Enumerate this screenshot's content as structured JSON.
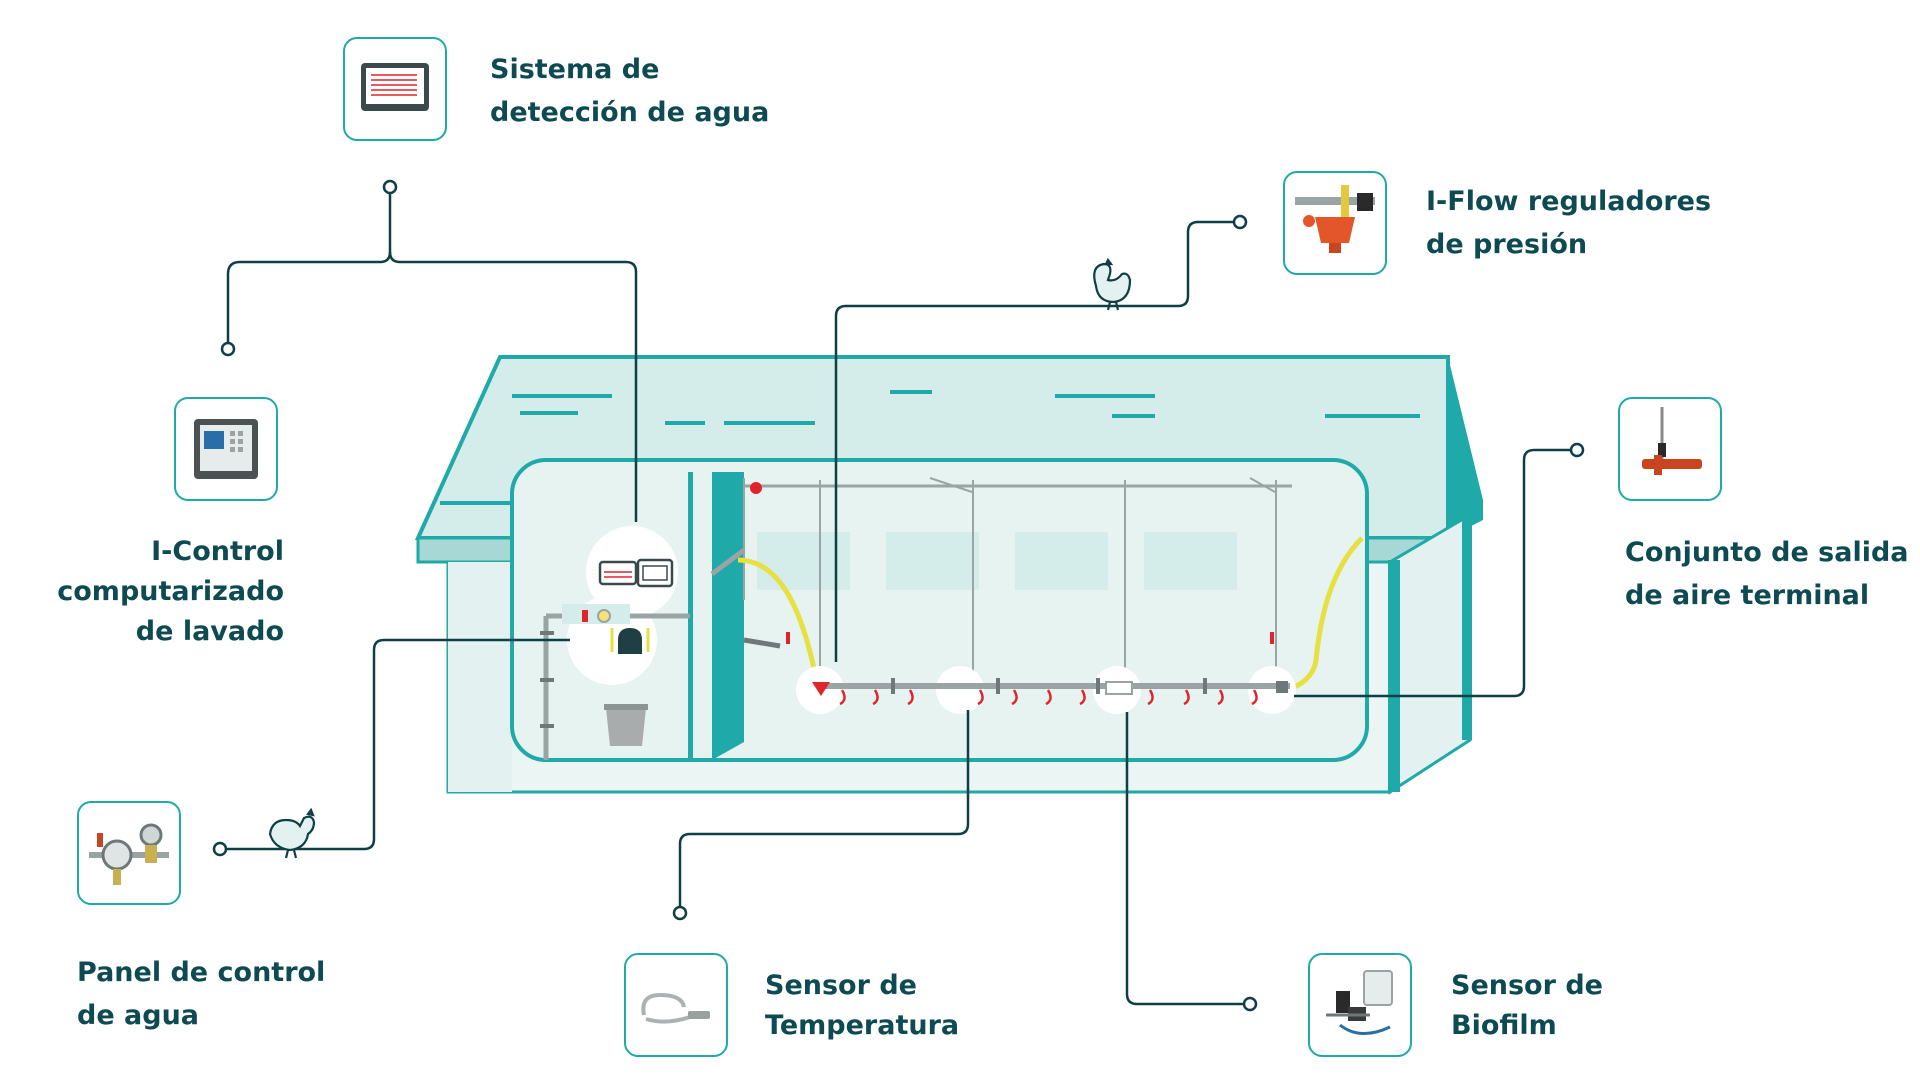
{
  "labels": {
    "water_detection": [
      "Sistema de",
      "detección de agua"
    ],
    "iflow": [
      "I-Flow reguladores",
      "de presión"
    ],
    "icontrol": [
      "I-Control",
      "computarizado",
      "de lavado"
    ],
    "terminal": [
      "Conjunto de salida",
      "de aire terminal"
    ],
    "water_panel": [
      "Panel de control",
      "de agua"
    ],
    "temperature": [
      "Sensor de",
      "Temperatura"
    ],
    "biofilm": [
      "Sensor de",
      "Biofilm"
    ]
  },
  "colors": {
    "teal": "#1fa9a8",
    "teal_light": "#d4ecea",
    "dark_line": "#0e3f45",
    "text": "#0e4a52",
    "pipe_yellow": "#e6e040",
    "nipple_red": "#e0242c"
  },
  "icons": [
    "water-detection-screen-icon",
    "iflow-regulator-icon",
    "icontrol-panel-icon",
    "terminal-air-outlet-icon",
    "water-control-panel-icon",
    "temperature-sensor-icon",
    "biofilm-sensor-icon",
    "chicken-icon"
  ]
}
